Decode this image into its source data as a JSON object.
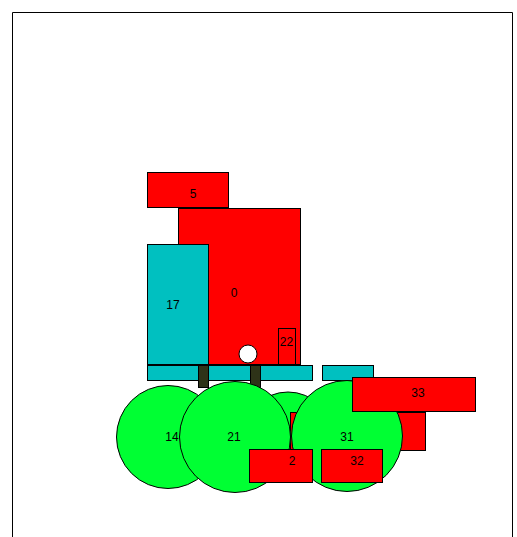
{
  "diagram": {
    "nodes": [
      {
        "text": [
          "5"
        ]
      },
      {
        "text": [
          "0"
        ]
      },
      {
        "text": [
          "17"
        ]
      },
      {
        "text": [
          "22"
        ]
      },
      {
        "text": [
          "14"
        ]
      },
      {
        "text": [
          "21"
        ]
      },
      {
        "text": [
          "31"
        ]
      },
      {
        "text": [
          "2"
        ]
      },
      {
        "text": [
          "32"
        ]
      },
      {
        "text": [
          "33"
        ]
      }
    ]
  }
}
